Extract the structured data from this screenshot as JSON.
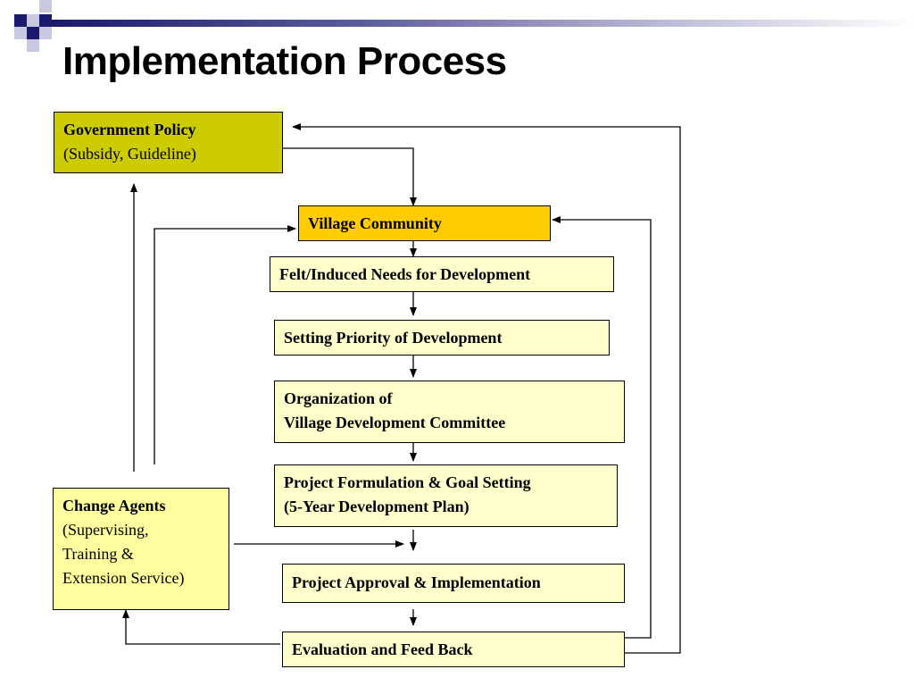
{
  "title": "Implementation Process",
  "colors": {
    "government_box": "#cccc00",
    "village_box": "#ffcc00",
    "step_box": "#ffffcc",
    "title_bar_dark": "#1a1a6e"
  },
  "diagram": {
    "government": {
      "title": "Government Policy",
      "subtitle": "(Subsidy, Guideline)"
    },
    "village": "Village Community",
    "needs": "Felt/Induced Needs for Development",
    "priority": "Setting Priority of Development",
    "organization": {
      "line1": "Organization of",
      "line2": "Village Development Committee"
    },
    "formulation": {
      "line1": "Project Formulation & Goal Setting",
      "line2": "(5-Year Development Plan)"
    },
    "approval": "Project Approval & Implementation",
    "evaluation": "Evaluation and Feed Back",
    "change_agents": {
      "title": "Change Agents",
      "line1": "(Supervising,",
      "line2": "Training &",
      "line3": "Extension Service)"
    }
  }
}
